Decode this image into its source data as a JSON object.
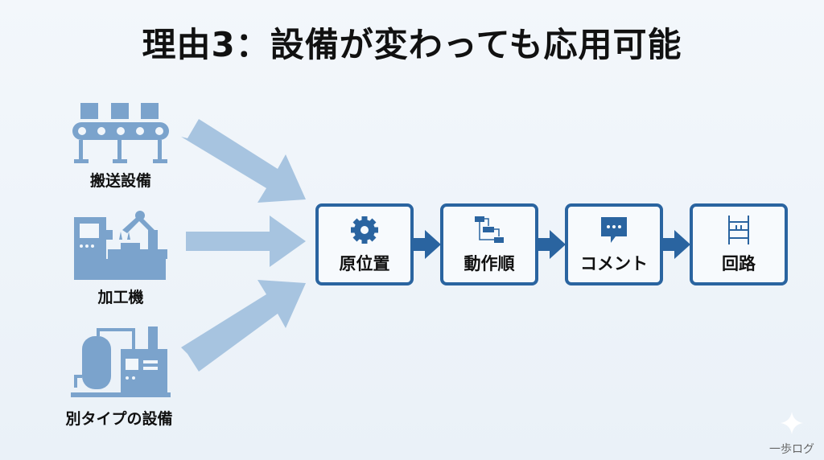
{
  "title": "理由3：設備が変わっても応用可能",
  "sources": [
    {
      "label": "搬送設備",
      "icon": "conveyor-icon"
    },
    {
      "label": "加工機",
      "icon": "machine-tool-icon"
    },
    {
      "label": "別タイプの設備",
      "icon": "plant-icon"
    }
  ],
  "steps": [
    {
      "label": "原位置",
      "icon": "gear-icon"
    },
    {
      "label": "動作順",
      "icon": "flowchart-icon"
    },
    {
      "label": "コメント",
      "icon": "comment-icon"
    },
    {
      "label": "回路",
      "icon": "ladder-icon"
    }
  ],
  "watermark": "一歩ログ",
  "colors": {
    "icon": "#7ba3cc",
    "arrow": "#a7c4e0",
    "box": "#2a64a0"
  }
}
